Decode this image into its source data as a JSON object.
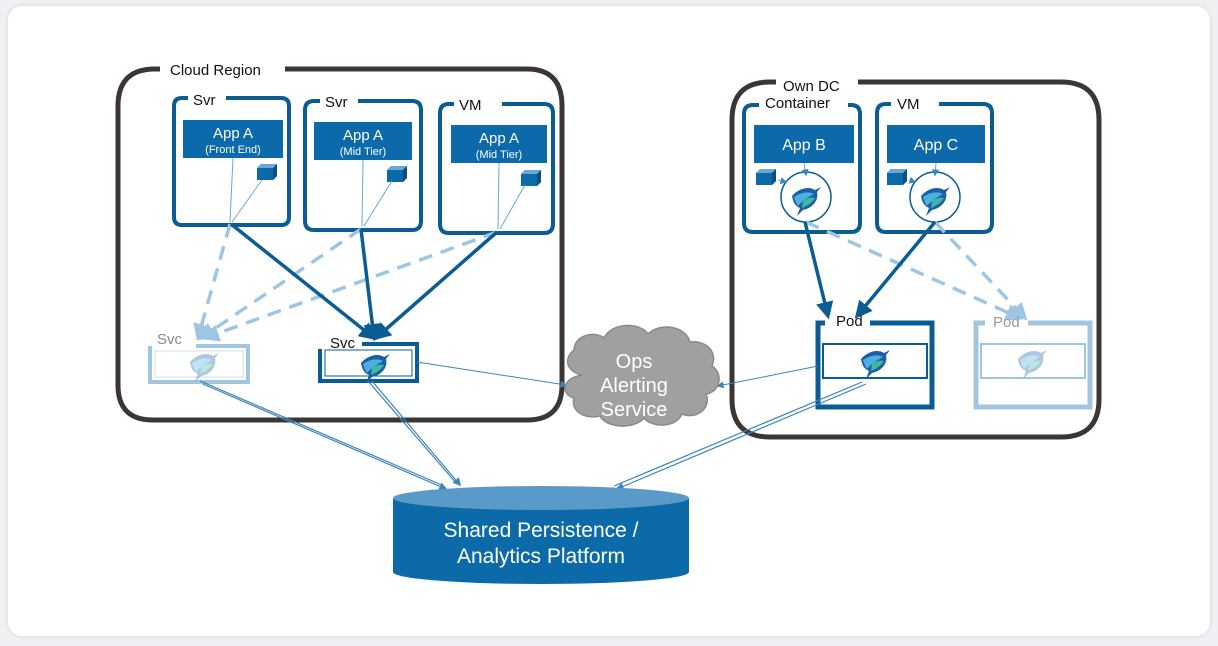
{
  "colors": {
    "dark_frame": "#3b3634",
    "blue_dark": "#0b5c93",
    "blue_box": "#0c6aaa",
    "blue_light_box": "#a3c6e0",
    "blue_dashed": "#9ec6e2",
    "cloud": "#a0a0a0",
    "db_top": "#5a9ac8",
    "db_body": "#0d6aa8"
  },
  "regions": {
    "cloud_region": {
      "label": "Cloud Region"
    },
    "own_dc": {
      "label": "Own DC"
    }
  },
  "hosts": {
    "svr1": {
      "label": "Svr",
      "app": "App A",
      "sub": "(Front End)"
    },
    "svr2": {
      "label": "Svr",
      "app": "App A",
      "sub": "(Mid Tier)"
    },
    "vm1": {
      "label": "VM",
      "app": "App A",
      "sub": "(Mid Tier)"
    },
    "container": {
      "label": "Container",
      "app": "App B"
    },
    "vm2": {
      "label": "VM",
      "app": "App C"
    }
  },
  "services": {
    "svc_faded": {
      "label": "Svc"
    },
    "svc_main": {
      "label": "Svc"
    },
    "pod_main": {
      "label": "Pod"
    },
    "pod_faded": {
      "label": "Pod"
    }
  },
  "ops_service": {
    "lines": [
      "Ops",
      "Alerting",
      "Service"
    ]
  },
  "database": {
    "lines": [
      "Shared Persistence /",
      "Analytics Platform"
    ]
  },
  "icons": {
    "bird": "hummingbird-icon",
    "block": "small-cube-icon"
  }
}
